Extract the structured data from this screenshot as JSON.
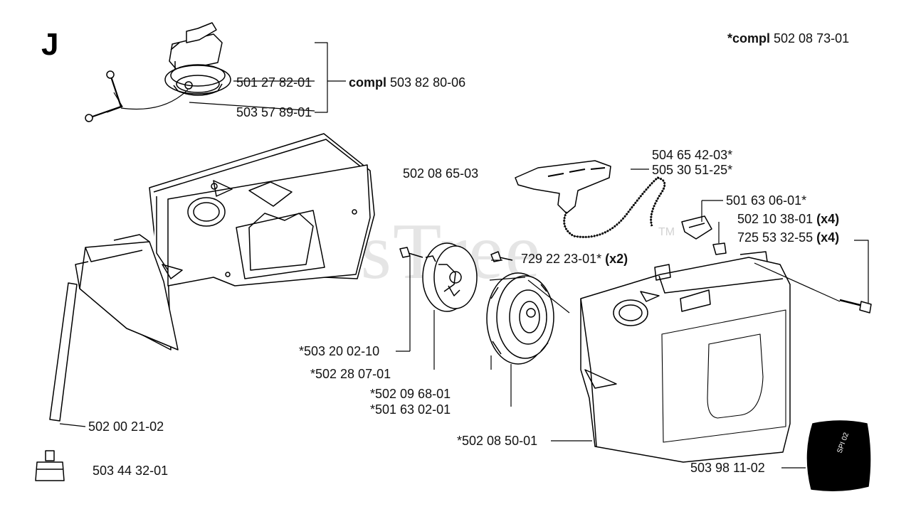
{
  "section_letter": "J",
  "watermark": "PartsTree",
  "watermark_mark": "TM",
  "callouts": {
    "compl_star": {
      "bold": "*compl",
      "rest": " 502 08 73-01"
    },
    "cap_part": "501 27 82-01",
    "cap_compl": {
      "bold": "compl",
      "rest": " 503 82 80-06"
    },
    "cap_strap": "503 57 89-01",
    "pulley": "502 08 65-03",
    "handle_1": "504 65 42-03*",
    "handle_2": "505 30 51-25*",
    "grommet": "501 63 06-01*",
    "screw_a": {
      "text": "502 10 38-01 ",
      "bold": "(x4)"
    },
    "screw_b": {
      "text": "725 53 32-55 ",
      "bold": "(x4)"
    },
    "bolt": {
      "text": "729 22 23-01* ",
      "bold": "(x2)"
    },
    "center_screw": "*503 20 02-10",
    "washer": "*502 28 07-01",
    "spring_1": "*502 09 68-01",
    "spring_2": "*501 63 02-01",
    "hose": "502 00 21-02",
    "filter": "503 44 32-01",
    "starter": "*502 08 50-01",
    "decal": "503 98 11-02",
    "decal_text": "SPI 02"
  }
}
